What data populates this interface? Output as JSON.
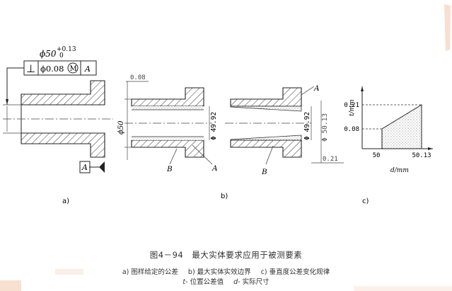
{
  "drawing_a": {
    "dimension_main": "ϕ50",
    "dimension_tol_upper": "+0.13",
    "dimension_tol_lower": "0",
    "fcf_symbol": "⊥",
    "fcf_tolerance": "ϕ0.08",
    "fcf_modifier": "M",
    "fcf_datum": "A",
    "datum_label": "A",
    "sublabel": "a)"
  },
  "drawing_b": {
    "tol_value": "0.08",
    "diameter_left": "ϕ50",
    "diameter_inner": "Φ 49.92",
    "diameter_inner2": "Φ 49.92",
    "diameter_outer": "Φ 50.13",
    "tol_value2": "0.21",
    "label_a1": "A",
    "label_a2": "A",
    "label_b1": "B",
    "label_b2": "B",
    "sublabel": "b)"
  },
  "chart_data": {
    "type": "area",
    "x": [
      50,
      50.13
    ],
    "y": [
      0.08,
      0.21
    ],
    "x_ticks": [
      "50",
      "50.13"
    ],
    "y_ticks": [
      "0.08",
      "0.21"
    ],
    "xlabel": "d/mm",
    "ylabel": "t/mm",
    "sublabel": "c)"
  },
  "caption": {
    "title": "图4－94　最大实体要求应用于被测要素",
    "line1_a": "a) 图样给定的公差",
    "line1_b": "b) 最大实体实效边界",
    "line1_c": "c) 垂直度公差变化规律",
    "line2_t_sym": "t",
    "line2_t": "- 位置公差值",
    "line2_d_sym": "d",
    "line2_d": "- 实际尺寸"
  }
}
